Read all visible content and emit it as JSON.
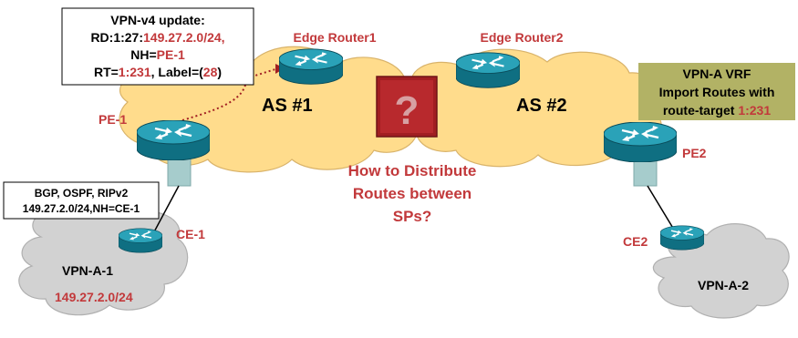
{
  "colors": {
    "cloud_as": "#ffdc8c",
    "cloud_vpn": "#d2d2d2",
    "router": "#1d8fa4",
    "question_box": "#a11e22",
    "accent_red": "#c2393b",
    "vrf_box": "#b2b265",
    "link": "#a6cccc"
  },
  "update_box": {
    "line1": "VPN-v4 update:",
    "line2_prefix": "RD:1:27:",
    "line2_value": "149.27.2.0/24,",
    "line3_prefix": "NH=",
    "line3_value": "PE-1",
    "line4_rt_prefix": "RT=",
    "line4_rt_value": "1:231",
    "line4_label_prefix": ", Label=(",
    "line4_label_value": "28",
    "line4_suffix": ")"
  },
  "routers": {
    "edge1": "Edge Router1",
    "edge2": "Edge Router2",
    "pe1": "PE-1",
    "pe2": "PE2",
    "ce1": "CE-1",
    "ce2": "CE2"
  },
  "as_labels": {
    "as1": "AS #1",
    "as2": "AS #2"
  },
  "question_mark": "?",
  "question_text": [
    "How to Distribute",
    "Routes between",
    "SPs?"
  ],
  "vrf_box": {
    "line1": "VPN-A VRF",
    "line2": "Import Routes with",
    "line3_prefix": "route-target ",
    "line3_value": "1:231"
  },
  "bgp_box": {
    "line1": "BGP, OSPF, RIPv2",
    "line2": "149.27.2.0/24,NH=CE-1"
  },
  "vpn_sites": {
    "site1_name": "VPN-A-1",
    "site1_prefix": "149.27.2.0/24",
    "site2_name": "VPN-A-2"
  },
  "router_icon_name": "router-icon"
}
